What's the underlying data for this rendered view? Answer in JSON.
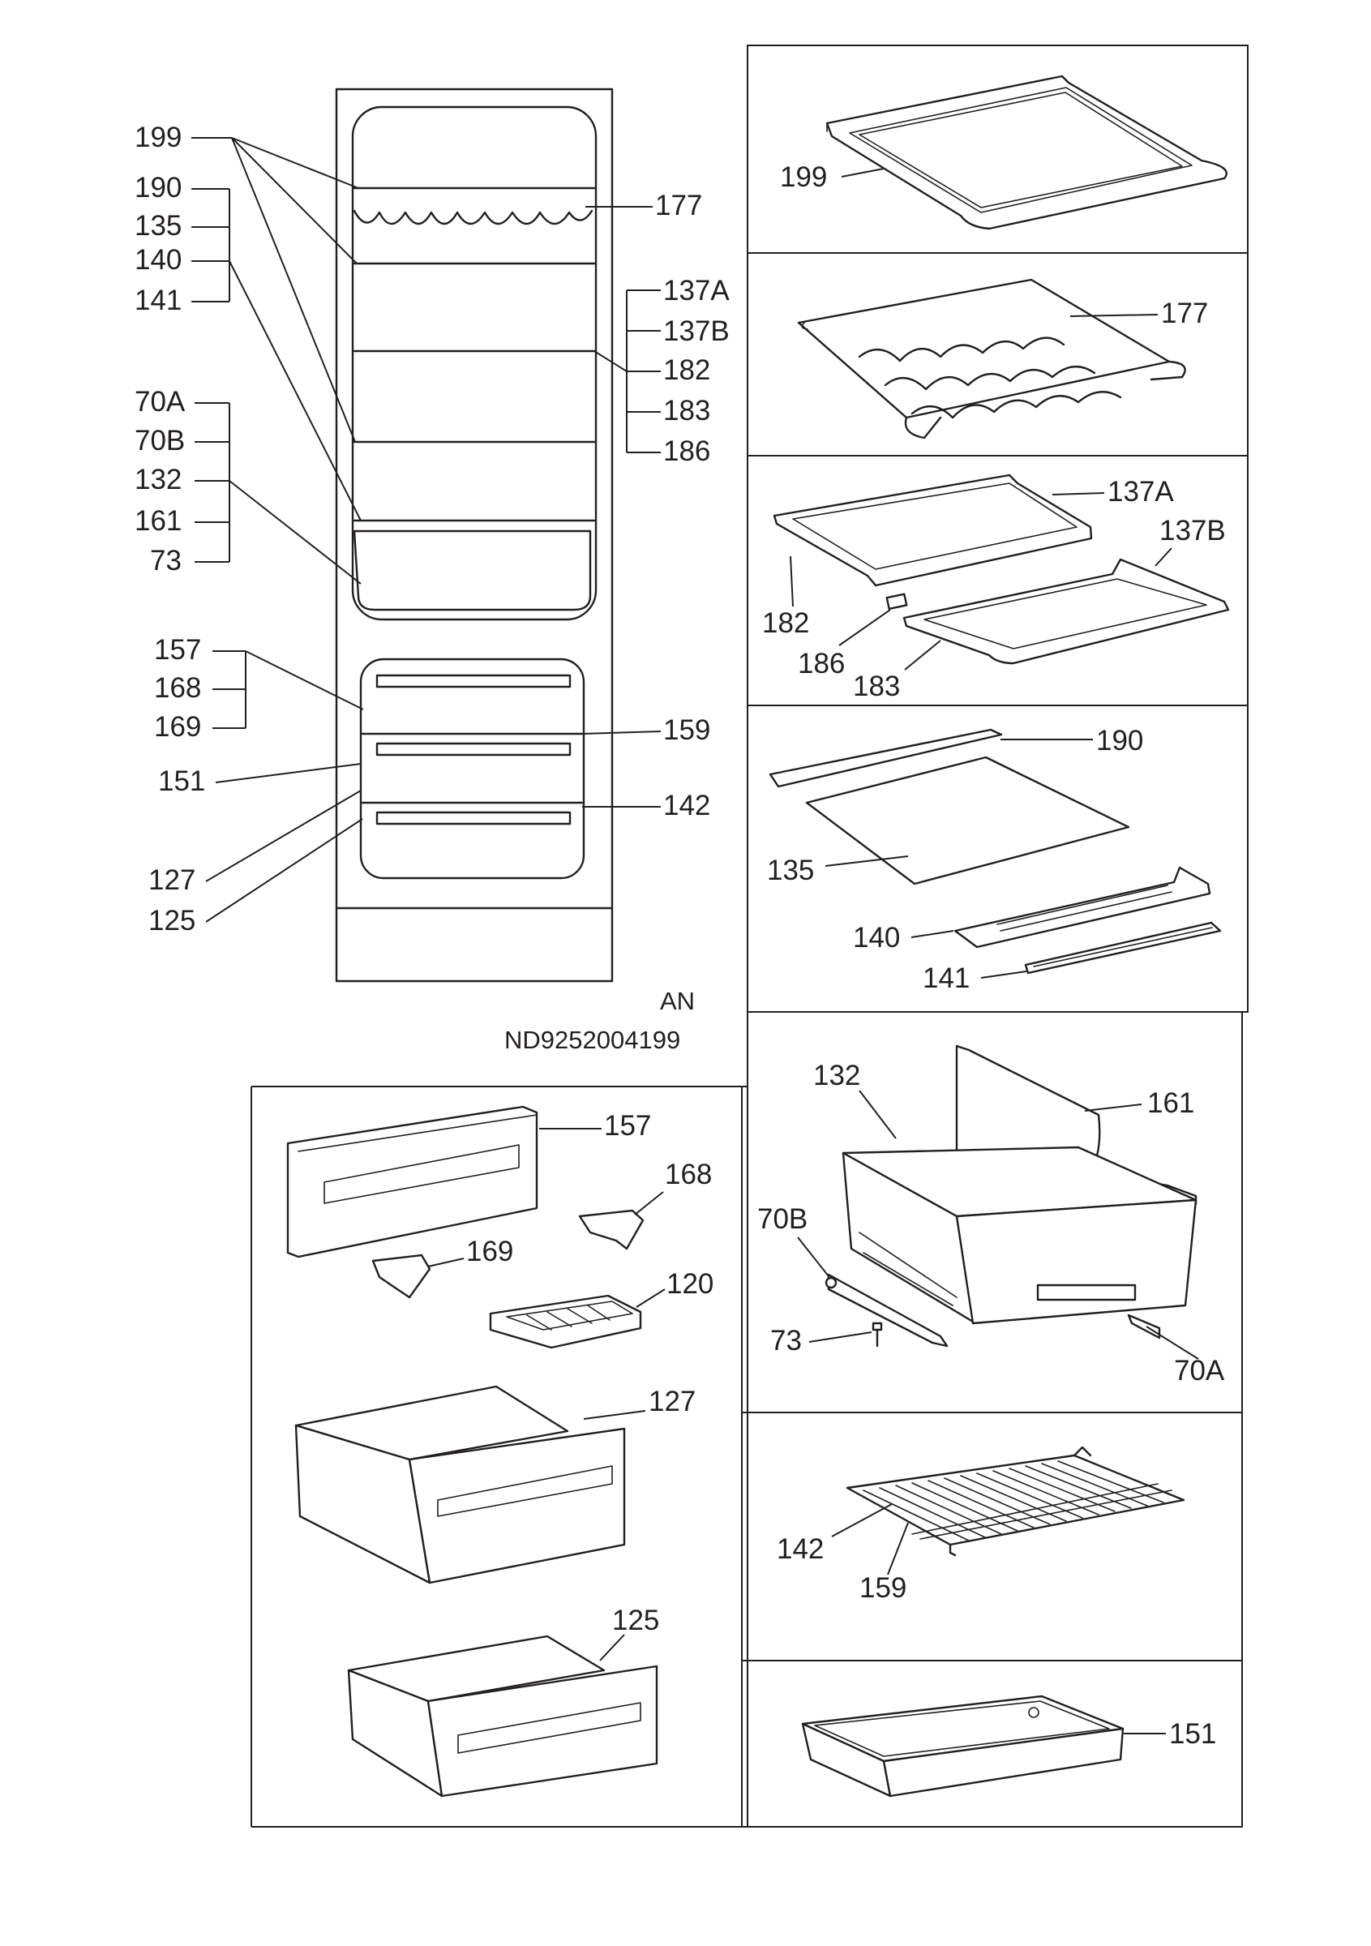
{
  "colors": {
    "line": "#231f20",
    "background": "#ffffff"
  },
  "footer": {
    "variant": "AN",
    "code": "ND9252004199"
  },
  "overview_labels": {
    "l199": "199",
    "l190": "190",
    "l135": "135",
    "l140": "140",
    "l141": "141",
    "l70A": "70A",
    "l70B": "70B",
    "l132": "132",
    "l161": "161",
    "l73": "73",
    "l157": "157",
    "l168": "168",
    "l169": "169",
    "l151": "151",
    "l127": "127",
    "l125": "125",
    "l177": "177",
    "l137A": "137A",
    "l137B": "137B",
    "l182": "182",
    "l183": "183",
    "l186": "186",
    "l159": "159",
    "l142": "142"
  },
  "panels": {
    "glass_shelf": {
      "label": "199"
    },
    "bottle_rack": {
      "label": "177"
    },
    "split_shelf": {
      "l137A": "137A",
      "l137B": "137B",
      "l182": "182",
      "l186": "186",
      "l183": "183"
    },
    "cover_shelf": {
      "l190": "190",
      "l135": "135",
      "l140": "140",
      "l141": "141"
    },
    "crisper": {
      "l132": "132",
      "l161": "161",
      "l70B": "70B",
      "l73": "73",
      "l70A": "70A"
    },
    "wire_shelf": {
      "l142": "142",
      "l159": "159"
    },
    "tray": {
      "label": "151"
    },
    "freezer_parts": {
      "l157": "157",
      "l168": "168",
      "l169": "169",
      "l120": "120",
      "l127": "127",
      "l125": "125"
    }
  }
}
